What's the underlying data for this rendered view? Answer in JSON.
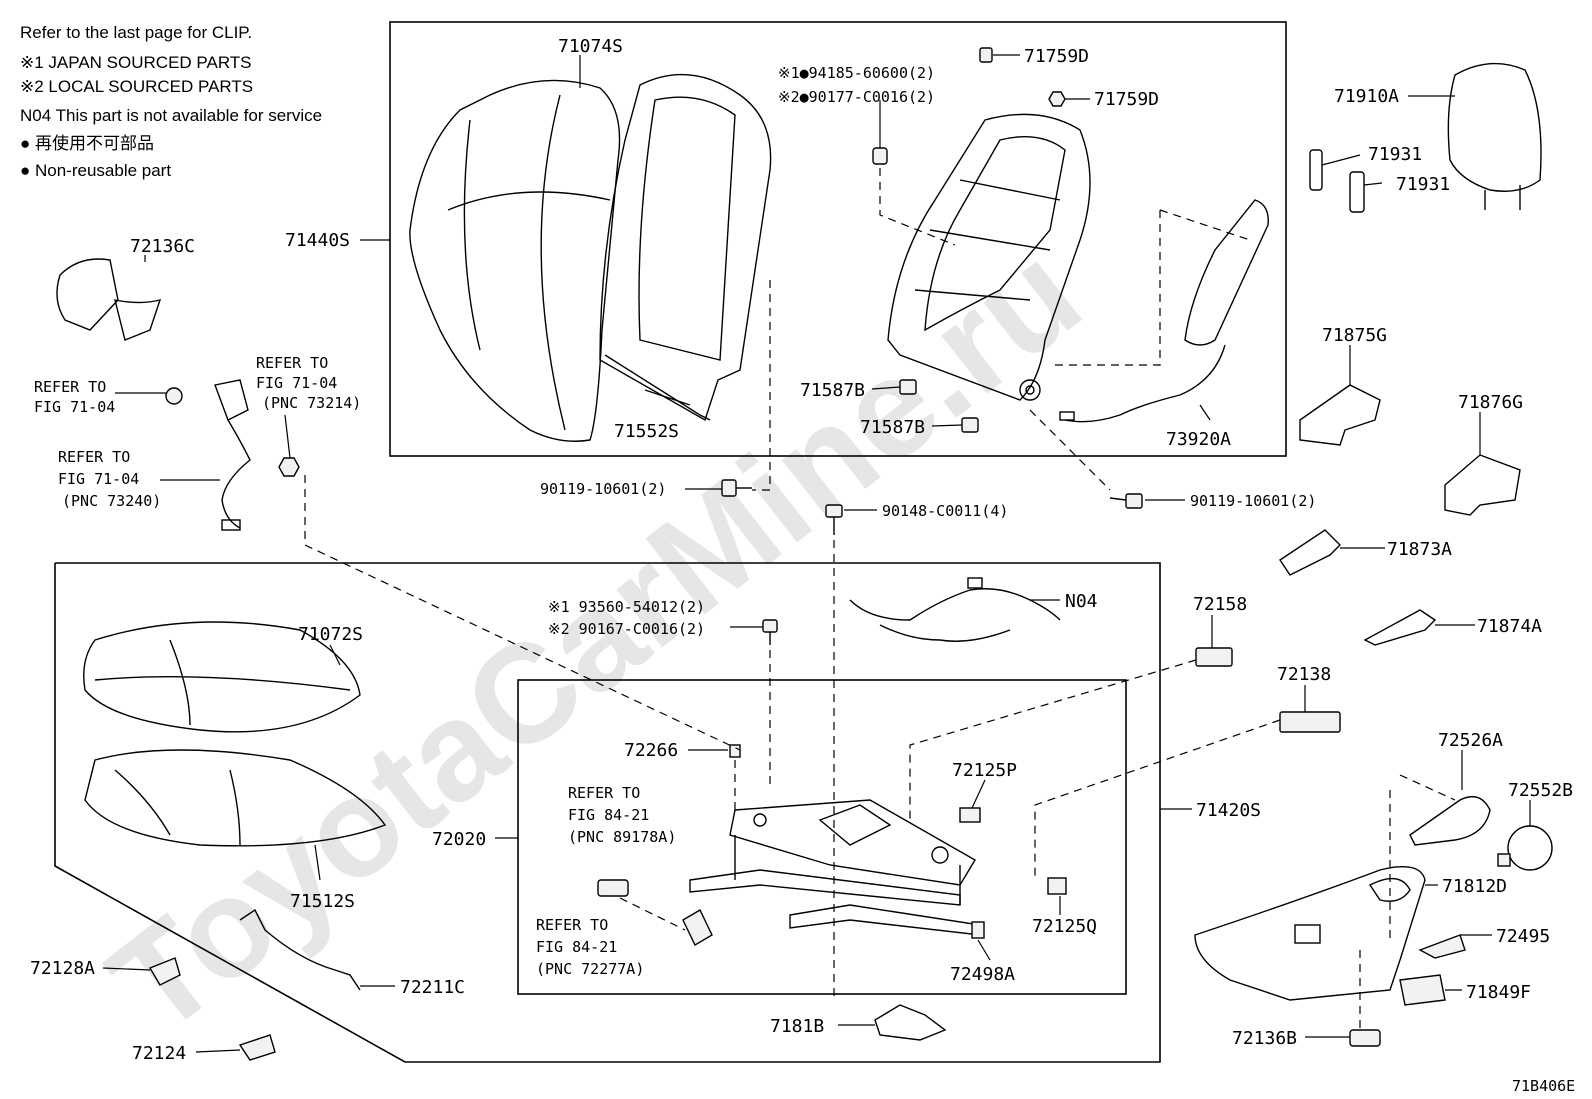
{
  "legend": {
    "clip_note": "Refer to the last page for CLIP.",
    "mark1": "※1  JAPAN SOURCED PARTS",
    "mark2": "※2  LOCAL SOURCED PARTS",
    "n04": "N04  This part is not available for service",
    "nonreuse_jp": "●  再使用不可部品",
    "nonreuse_en": "●  Non-reusable part"
  },
  "watermark": "ToyotaCarMine.ru",
  "figure_code": "71B406E",
  "labels": {
    "p71074S": "71074S",
    "p71440S": "71440S",
    "p71552S": "71552S",
    "p94185": "※1●94185-60600(2)",
    "p90177": "※2●90177-C0016(2)",
    "p71759D_a": "71759D",
    "p71759D_b": "71759D",
    "p71587B_a": "71587B",
    "p71587B_b": "71587B",
    "p73920A": "73920A",
    "p71910A": "71910A",
    "p71931_a": "71931",
    "p71931_b": "71931",
    "p72136C": "72136C",
    "refer1_l1": "REFER TO",
    "refer1_l2": "FIG 71-04",
    "refer2_l1": "REFER TO",
    "refer2_l2": "FIG 71-04",
    "refer2_l3": "(PNC 73214)",
    "refer3_l1": "REFER TO",
    "refer3_l2": "FIG 71-04",
    "refer3_l3": "(PNC 73240)",
    "p90119_a": "90119-10601(2)",
    "p90119_b": "90119-10601(2)",
    "p90148": "90148-C0011(4)",
    "p71875G": "71875G",
    "p71876G": "71876G",
    "p71873A": "71873A",
    "p71874A": "71874A",
    "p93560": "※1 93560-54012(2)",
    "p90167": "※2 90167-C0016(2)",
    "pN04": "N04",
    "p72158": "72158",
    "p72138": "72138",
    "p71072S": "71072S",
    "p72266": "72266",
    "p72125P": "72125P",
    "p71420S": "71420S",
    "p72526A": "72526A",
    "p72552B": "72552B",
    "refer4_l1": "REFER TO",
    "refer4_l2": "FIG 84-21",
    "refer4_l3": "(PNC 89178A)",
    "p72020": "72020",
    "p71812D": "71812D",
    "p71512S": "71512S",
    "refer5_l1": "REFER TO",
    "refer5_l2": "FIG 84-21",
    "refer5_l3": "(PNC 72277A)",
    "p72125Q": "72125Q",
    "p72495": "72495",
    "p72128A": "72128A",
    "p72211C": "72211C",
    "p72498A": "72498A",
    "p71849F": "71849F",
    "p7181B": "7181B",
    "p72136B": "72136B",
    "p72124": "72124"
  }
}
